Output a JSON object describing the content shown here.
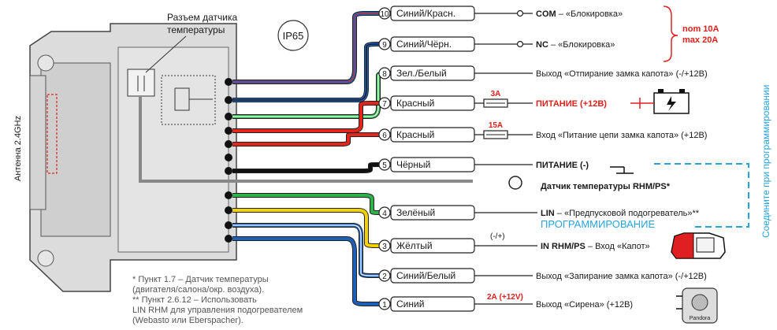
{
  "temp_connector_label": [
    "Разъем датчика",
    "температуры"
  ],
  "ip_rating": "IP65",
  "antenna_label": "Антенна 2.4GHz",
  "relay_ratings": [
    "nom 10A",
    "max 20A"
  ],
  "programming_label": "ПРОГРАММИРОВАНИЕ",
  "programming_connect_label": "Соедините при программировании",
  "sensor_label": "Датчик температуры RHM/PS*",
  "fuses": {
    "f3": "3A",
    "f15": "15A"
  },
  "wires": [
    {
      "num": "10",
      "label": "Синий/Красн.",
      "color": "#1f5fb8",
      "stripe": "#e3261d",
      "desc_bold": "COM",
      "desc": " – «Блокировка»"
    },
    {
      "num": "9",
      "label": "Синий/Чёрн.",
      "color": "#1f5fb8",
      "stripe": "#111111",
      "desc_bold": "NC",
      "desc": " – «Блокировка»"
    },
    {
      "num": "8",
      "label": "Зел./Белый",
      "color": "#2fb24a",
      "stripe": "#ffffff",
      "desc_bold": "",
      "desc": "Выход «Отпирание замка капота» (-/+12В)"
    },
    {
      "num": "7",
      "label": "Красный",
      "color": "#e3261d",
      "stripe": "",
      "desc_bold": "",
      "desc": "ПИТАНИЕ (+12В)"
    },
    {
      "num": "6",
      "label": "Красный",
      "color": "#e3261d",
      "stripe": "",
      "desc_bold": "",
      "desc": "Вход «Питание цепи замка капота» (+12В)"
    },
    {
      "num": "5",
      "label": "Чёрный",
      "color": "#111111",
      "stripe": "",
      "desc_bold": "",
      "desc": "ПИТАНИЕ (-)"
    },
    {
      "num": "4",
      "label": "Зелёный",
      "color": "#2fb24a",
      "stripe": "",
      "desc_bold": "LIN",
      "desc": " – «Предпусковой подогреватель»**"
    },
    {
      "num": "3",
      "label": "Жёлтый",
      "color": "#f2d200",
      "stripe": "",
      "desc_bold": "IN RHM/PS",
      "desc": " – Вход «Капот»"
    },
    {
      "num": "2",
      "label": "Синий/Белый",
      "color": "#1f5fb8",
      "stripe": "#ffffff",
      "desc_bold": "",
      "desc": "Выход «Запирание замка капота» (-/+12В)"
    },
    {
      "num": "1",
      "label": "Синий",
      "color": "#1f5fb8",
      "stripe": "",
      "desc_bold": "",
      "desc": "Выход «Сирена» (+12В)"
    }
  ],
  "wire3_polarity": "(-/+)",
  "wire1_current": "2А (+12V)",
  "siren_brand": "Pandora",
  "notes": [
    "* Пункт 1.7 – Датчик температуры",
    "(двигателя/салона/окр. воздуха).",
    "** Пункт 2.6.12 – Использовать",
    "LIN RHM для управления подогревателем",
    "(Webasto или Eberspacher)."
  ]
}
